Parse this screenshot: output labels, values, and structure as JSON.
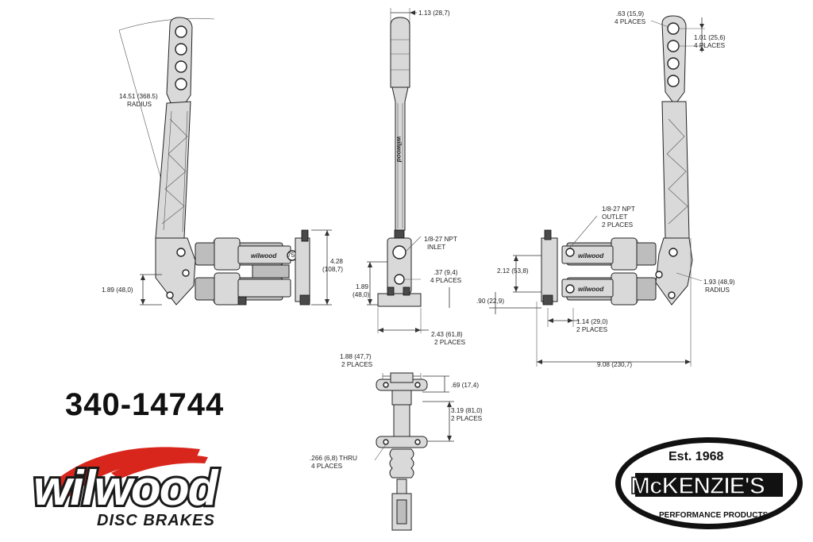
{
  "part_number": "340-14744",
  "wilwood": {
    "wordmark": "wilwood",
    "subtitle": "DISC BRAKES",
    "accent": "#d9261c",
    "ink": "#1a1a1a"
  },
  "mckenzies": {
    "top": "Est. 1968",
    "name": "McKENZIE'S",
    "bottom": "PERFORMANCE PRODUCTS",
    "ink": "#111111",
    "fill": "#ffffff"
  },
  "side_view": {
    "radius_value": "14.51 (368.5)",
    "radius_label": "RADIUS",
    "height_4_28": "4.28",
    "height_4_28_mm": "(108,7)",
    "height_1_89": "1.89 (48,0)",
    "angle_mark": "75°"
  },
  "front_view": {
    "width_top": "1.13 (28,7)",
    "npt_inlet_1": "1/8-27 NPT",
    "npt_inlet_2": "INLET",
    "hole_37_1": ".37 (9,4)",
    "hole_37_2": "4 PLACES",
    "height_189": "1.89",
    "height_189_mm": "(48,0)",
    "base_243_1": "2.43 (61,8)",
    "base_243_2": "2 PLACES",
    "logo_text": "wilwood"
  },
  "right_view": {
    "hole_63_1": ".63 (15,9)",
    "hole_63_2": "4 PLACES",
    "pitch_101_1": "1.01 (25,6)",
    "pitch_101_2": "4 PLACES",
    "npt_outlet_1": "1/8-27 NPT",
    "npt_outlet_2": "OUTLET",
    "npt_outlet_3": "2 PLACES",
    "h_212": "2.12 (53,8)",
    "h_090": ".90 (22,9)",
    "w_114_1": "1.14 (29,0)",
    "w_114_2": "2 PLACES",
    "r_193_1": "1.93 (48,9)",
    "r_193_2": "RADIUS",
    "len_908": "9.08 (230,7)"
  },
  "bottom_view": {
    "w_188_1": "1.88 (47,7)",
    "w_188_2": "2 PLACES",
    "d_069": ".69 (17,4)",
    "d_319_1": "3.19 (81,0)",
    "d_319_2": "2 PLACES",
    "thru_1": ".266 (6,8) THRU",
    "thru_2": "4 PLACES"
  }
}
